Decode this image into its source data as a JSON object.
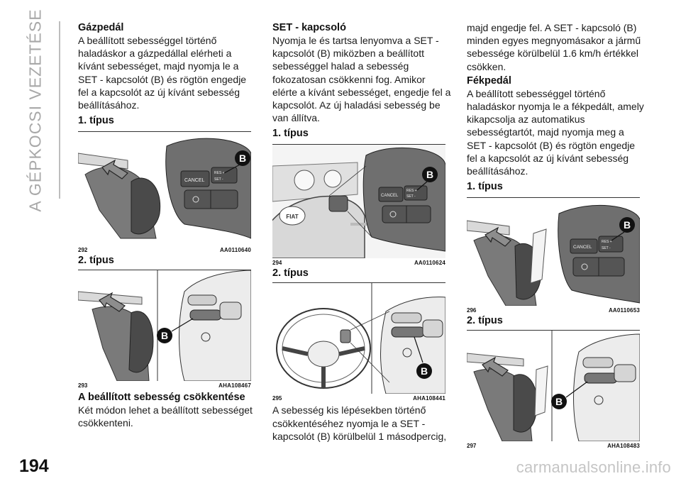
{
  "chapter_title": "A GÉPKOCSI VEZETÉSE",
  "page_number": "194",
  "watermark": "carmanualsonline.info",
  "col1": {
    "heading": "Gázpedál",
    "text": "A beállított sebességgel történő haladáskor a gázpedállal elérheti a kívánt sebességet, majd nyomja le a SET - kapcsolót (B) és rögtön engedje fel a kapcsolót az új kívánt sebesség beállításához.",
    "sub1": "1. típus",
    "fig1": {
      "number": "292",
      "code": "AA0110640"
    },
    "sub2": "2. típus",
    "fig2": {
      "number": "293",
      "code": "AHA108467"
    },
    "heading2": "A beállított sebesség csökkentése",
    "text2": "Két módon lehet a beállított sebességet csökkenteni."
  },
  "col2": {
    "heading": "SET - kapcsoló",
    "text": "Nyomja le és tartsa lenyomva a SET - kapcsolót (B) miközben a beállított sebességgel halad a sebesség fokozatosan csökkenni fog. Amikor elérte a kívánt sebességet, engedje fel a kapcsolót. Az új haladási sebesség be van állítva.",
    "sub1": "1. típus",
    "fig1": {
      "number": "294",
      "code": "AA0110624"
    },
    "sub2": "2. típus",
    "fig2": {
      "number": "295",
      "code": "AHA108441"
    },
    "text2": "A sebesség kis lépésekben történő csökkentéséhez nyomja le a SET - kapcsolót (B) körülbelül 1 másodpercig,"
  },
  "col3": {
    "text": "majd engedje fel. A SET - kapcsoló (B) minden egyes megnyomásakor a jármű sebessége körülbelül 1.6 km/h értékkel csökken.",
    "heading": "Fékpedál",
    "text2": "A beállított sebességgel történő haladáskor nyomja le a fékpedált, amely kikapcsolja az automatikus sebességtartót, majd nyomja meg a SET - kapcsolót (B) és rögtön engedje fel a kapcsolót az új kívánt sebesség beállításához.",
    "sub1": "1. típus",
    "fig1": {
      "number": "296",
      "code": "AA0110653"
    },
    "sub2": "2. típus",
    "fig2": {
      "number": "297",
      "code": "AHA108483"
    }
  },
  "figure_labels": {
    "callout": "B",
    "cancel": "CANCEL",
    "res": "RES +",
    "set": "SET -",
    "brand": "FIAT"
  }
}
